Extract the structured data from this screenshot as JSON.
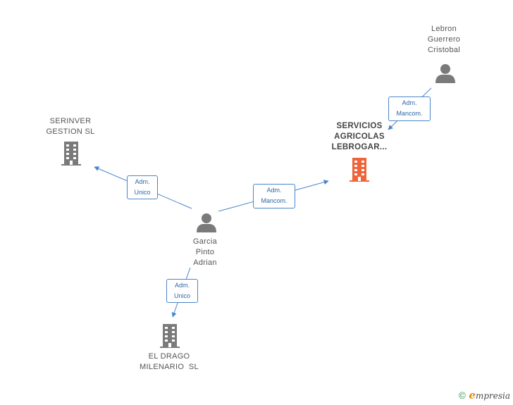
{
  "colors": {
    "edge": "#4a86c8",
    "company_icon": "#7a7a7a",
    "focus_company_icon": "#f0643a",
    "person_icon": "#7a7a7a"
  },
  "nodes": {
    "lebron": {
      "lines": [
        "Lebron",
        "Guerrero",
        "Cristobal"
      ],
      "icon": "person-icon"
    },
    "servicios": {
      "lines": [
        "SERVICIOS",
        "AGRICOLAS",
        "LEBROGAR..."
      ],
      "icon": "building-icon"
    },
    "serinver": {
      "lines": [
        "SERINVER",
        "GESTION SL"
      ],
      "icon": "building-icon"
    },
    "garcia": {
      "lines": [
        "Garcia",
        "Pinto",
        "Adrian"
      ],
      "icon": "person-icon"
    },
    "eldrago": {
      "lines": [
        "EL DRAGO",
        "MILENARIO  SL"
      ],
      "icon": "building-icon"
    }
  },
  "edges": {
    "lebron_servicios": [
      "Adm.",
      "Mancom."
    ],
    "garcia_serinver": [
      "Adm.",
      "Unico"
    ],
    "garcia_servicios": [
      "Adm.",
      "Mancom."
    ],
    "garcia_eldrago": [
      "Adm.",
      "Unico"
    ]
  },
  "brand": {
    "symbol": "©",
    "initial": "e",
    "rest": "mpresia"
  }
}
